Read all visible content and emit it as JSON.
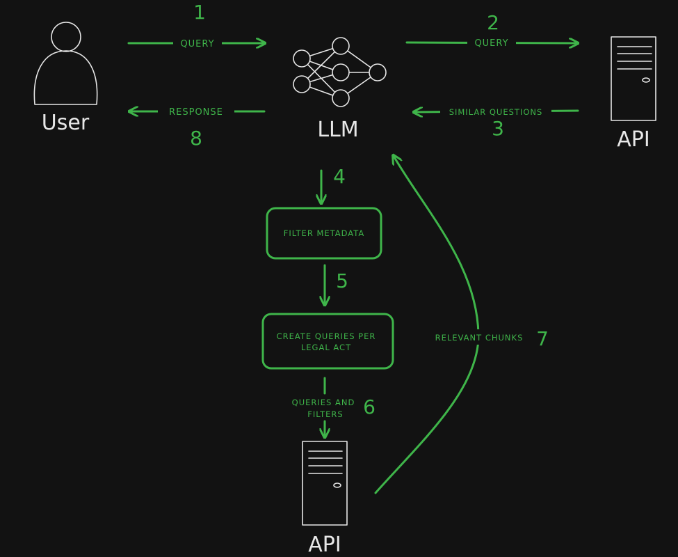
{
  "nodes": {
    "user": "User",
    "llm": "LLM",
    "api_right": "API",
    "api_bottom": "API"
  },
  "steps": {
    "s1": {
      "num": "1",
      "label": "QUERY"
    },
    "s2": {
      "num": "2",
      "label": "QUERY"
    },
    "s3": {
      "num": "3",
      "label": "SIMILAR QUESTIONS"
    },
    "s4": {
      "num": "4"
    },
    "s5": {
      "num": "5"
    },
    "s6": {
      "num": "6",
      "label_line1": "QUERIES AND",
      "label_line2": "FILTERS"
    },
    "s7": {
      "num": "7",
      "label": "RELEVANT CHUNKS"
    },
    "s8": {
      "num": "8",
      "label": "RESPONSE"
    }
  },
  "boxes": {
    "filter": "FILTER METADATA",
    "create_line1": "CREATE QUERIES PER",
    "create_line2": "LEGAL ACT"
  },
  "colors": {
    "background": "#121212",
    "accent": "#3fb54a",
    "outline": "#e6e6e6"
  }
}
